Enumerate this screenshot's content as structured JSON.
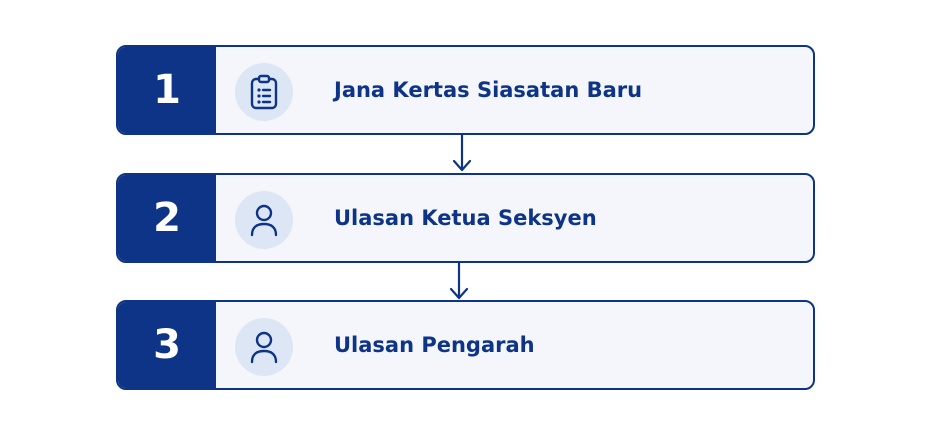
{
  "steps": [
    {
      "number": "1",
      "label": "Jana Kertas Siasatan Baru",
      "icon": "clipboard-icon"
    },
    {
      "number": "2",
      "label": "Ulasan Ketua Seksyen",
      "icon": "user-icon"
    },
    {
      "number": "3",
      "label": "Ulasan Pengarah",
      "icon": "user-icon"
    }
  ],
  "colors": {
    "primary": "#0d3486",
    "card_background": "#f4f6fb",
    "icon_background": "#dde6f4"
  }
}
